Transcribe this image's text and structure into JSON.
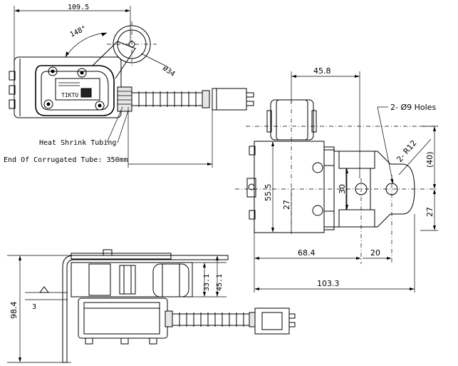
{
  "top_view": {
    "dim_width": "109.5",
    "angle": "148°",
    "dia_shaft": "Ø34",
    "label_heat_shrink": "Heat Shrink Tubing",
    "label_tube_end": "End Of Corrugated Tube: 350mm",
    "logo_text": "TIKTU"
  },
  "front_view": {
    "dim_45_8": "45.8",
    "holes_note": "2- Ø9 Holes",
    "radius_note": "2- R12",
    "dim_40": "(40)",
    "dim_55_5": "55.5",
    "dim_27_left": "27",
    "dim_30": "30",
    "dim_27_right": "27",
    "dim_68_4": "68.4",
    "dim_20": "20",
    "dim_103_3": "103.3"
  },
  "side_view": {
    "dim_98_4": "98.4",
    "dim_3": "3",
    "dim_33_1": "33.1",
    "dim_45_1": "45.1"
  }
}
